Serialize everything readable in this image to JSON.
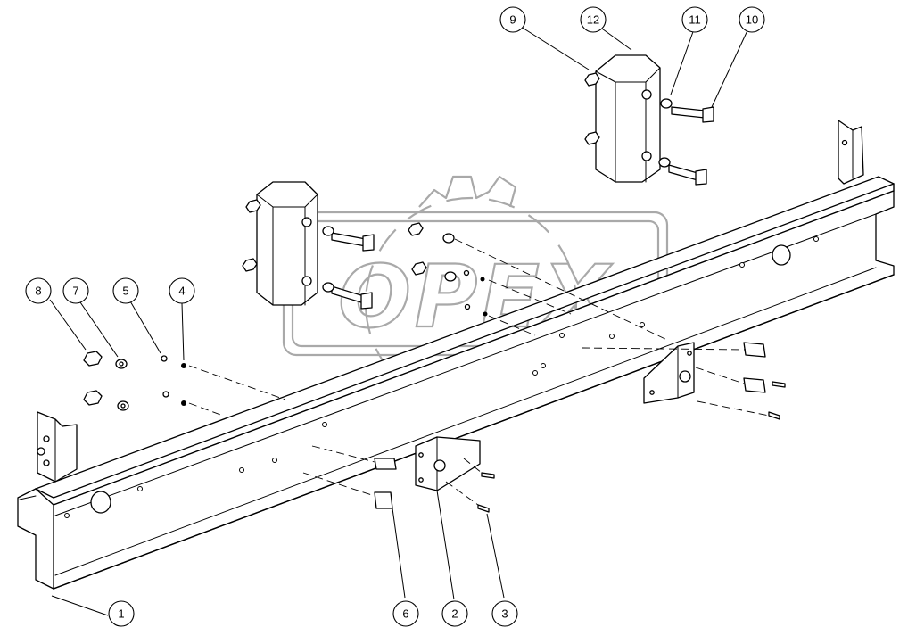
{
  "watermark": {
    "text": "OPEX",
    "icon": "gear-icon"
  },
  "callouts": [
    {
      "id": "c1",
      "label": "1"
    },
    {
      "id": "c2",
      "label": "2"
    },
    {
      "id": "c3",
      "label": "3"
    },
    {
      "id": "c4",
      "label": "4"
    },
    {
      "id": "c5",
      "label": "5"
    },
    {
      "id": "c6",
      "label": "6"
    },
    {
      "id": "c7",
      "label": "7"
    },
    {
      "id": "c8",
      "label": "8"
    },
    {
      "id": "c9",
      "label": "9"
    },
    {
      "id": "c10",
      "label": "10"
    },
    {
      "id": "c11",
      "label": "11"
    },
    {
      "id": "c12",
      "label": "12"
    }
  ]
}
